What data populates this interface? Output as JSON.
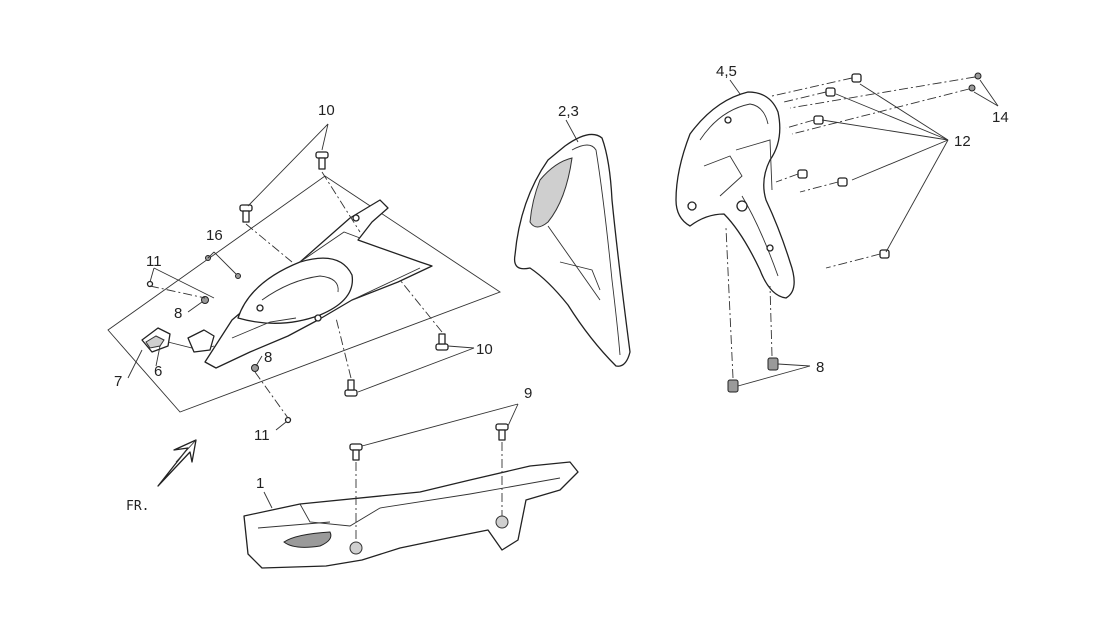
{
  "callouts": {
    "c1": "1",
    "c23": "2,3",
    "c45": "4,5",
    "c6": "6",
    "c7": "7",
    "c8a": "8",
    "c8b": "8",
    "c8c": "8",
    "c9": "9",
    "c10a": "10",
    "c10b": "10",
    "c11a": "11",
    "c11b": "11",
    "c12": "12",
    "c14": "14",
    "c16": "16"
  },
  "direction": {
    "label": "FR."
  }
}
